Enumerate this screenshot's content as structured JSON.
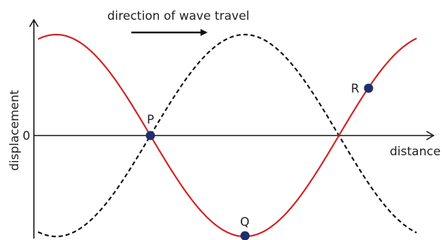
{
  "diagram": {
    "title": "direction of wave travel",
    "x_axis_label": "distance",
    "y_axis_label": "displacement",
    "origin_label": "0",
    "points": [
      {
        "label": "P"
      },
      {
        "label": "Q"
      },
      {
        "label": "R"
      }
    ],
    "colors": {
      "solid_wave": "#d42020",
      "dashed_wave": "#111111",
      "axes": "#111111",
      "points": "#1f2f6e",
      "text": "#222222"
    }
  }
}
